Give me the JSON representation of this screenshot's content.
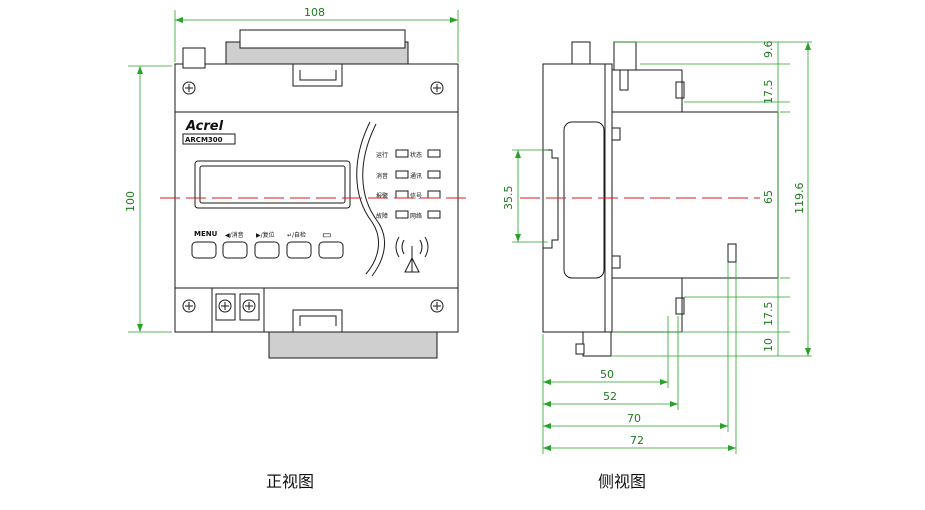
{
  "brand": {
    "logo": "Acrel",
    "model": "ARCM300"
  },
  "front_view": {
    "caption": "正视图",
    "dims": {
      "width": "108",
      "height": "100"
    },
    "indicators": [
      "运行",
      "状态",
      "消音",
      "通讯",
      "报警",
      "信号",
      "故障",
      "网络"
    ],
    "buttons": {
      "menu": "MENU",
      "mute": "◀/消音",
      "reset": "▶/复位",
      "self_check": "↵/自检",
      "extra_icon": "▭"
    }
  },
  "side_view": {
    "caption": "侧视图",
    "dims": {
      "h1": "9.6",
      "h2": "17.5",
      "h3": "65",
      "h4": "17.5",
      "h5": "10",
      "total": "119.6",
      "rail": "35.5",
      "w1": "50",
      "w2": "52",
      "w3": "70",
      "w4": "72"
    }
  }
}
